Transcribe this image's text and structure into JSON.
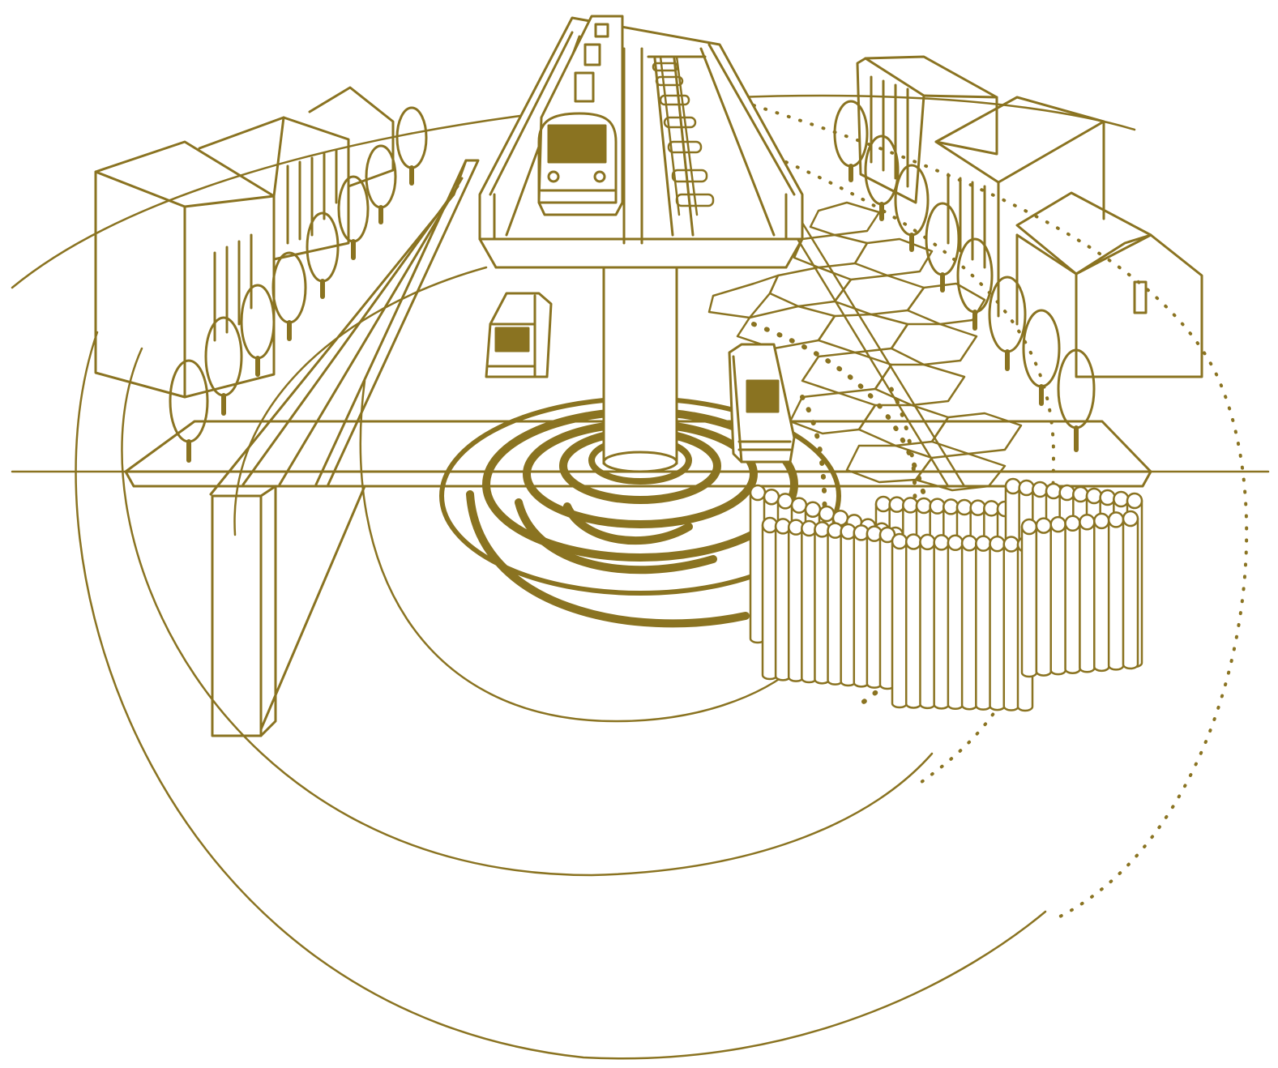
{
  "illustration": {
    "style": "monochrome line art",
    "colors": {
      "ink": "#8a7321",
      "background": "#ffffff"
    },
    "elements": [
      "elevated-railway-viaduct",
      "train",
      "viaduct-pier",
      "ground-vibration-rings",
      "road",
      "cars",
      "buildings-left",
      "buildings-right",
      "tree-rows",
      "hexagonal-paving",
      "pile-wall",
      "wave-propagation-arcs",
      "dotted-wave-front",
      "ground-cross-section",
      "retaining-barrier"
    ]
  }
}
